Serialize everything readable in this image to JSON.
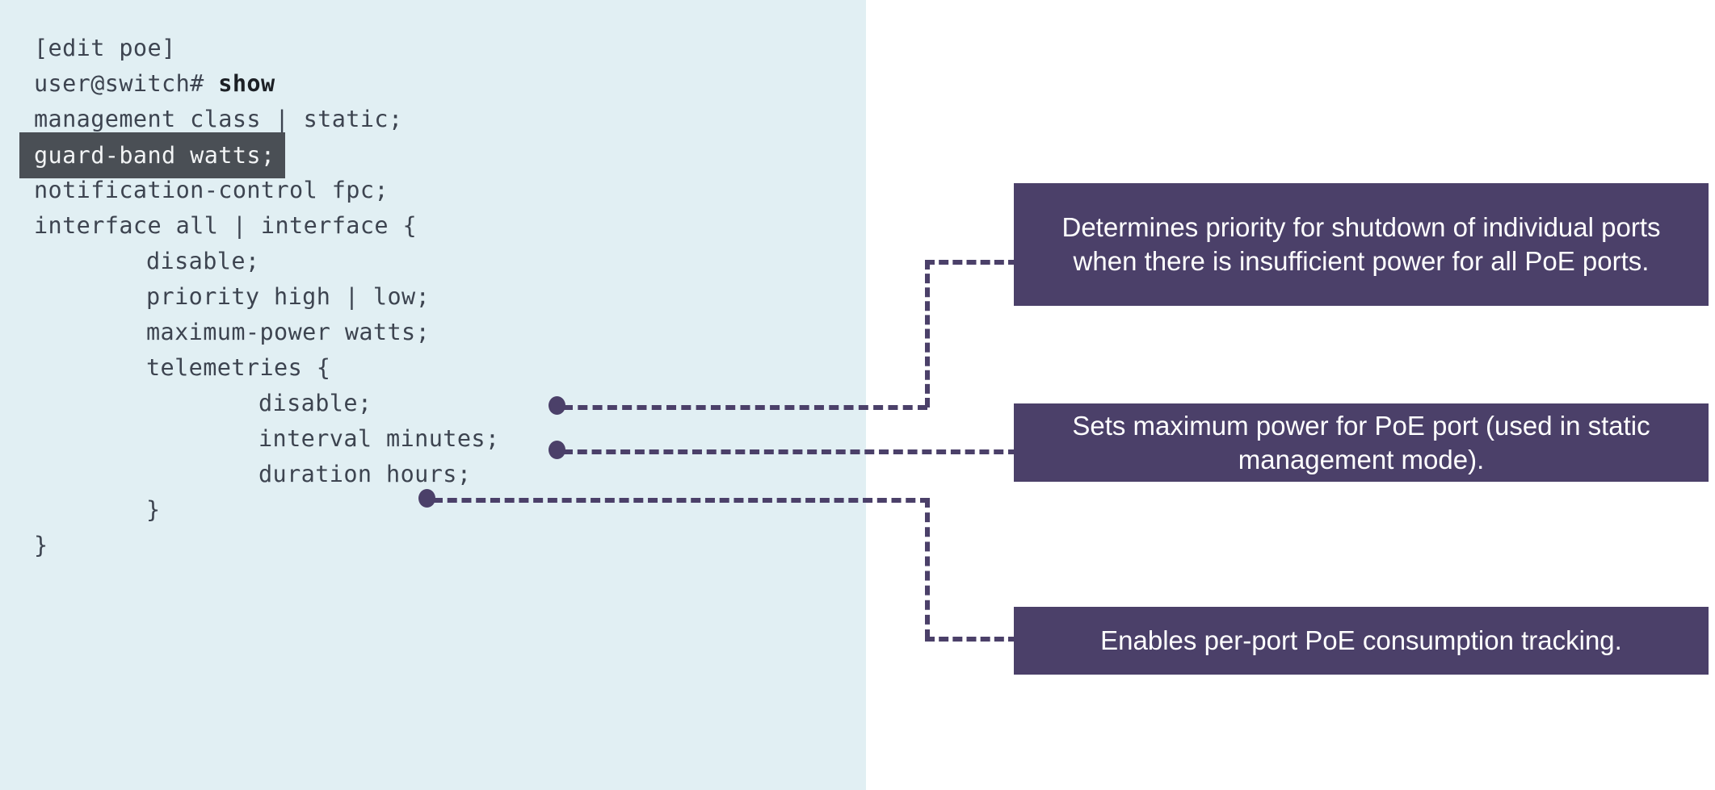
{
  "panel": {
    "background_color": "#e1eff3",
    "code_text_color": "#3d4450",
    "highlight_background": "#4a4f55",
    "highlight_text_color": "#f2f4f5"
  },
  "accent": {
    "callout_background": "#4b4069",
    "callout_text_color": "#ffffff",
    "connector_color": "#4b4069"
  },
  "code": {
    "lines": [
      {
        "id": "edit-context",
        "text": "[edit poe]"
      },
      {
        "id": "prompt-show-prefix",
        "text": "user@switch# ",
        "keyword": "show"
      },
      {
        "id": "management",
        "text": "management class | static;"
      },
      {
        "id": "guard-band",
        "text": "guard-band watts;"
      },
      {
        "id": "notification-control",
        "text": "notification-control fpc;"
      },
      {
        "id": "interface",
        "text": "interface all | interface {"
      },
      {
        "id": "disable-1",
        "text": "disable;"
      },
      {
        "id": "priority",
        "text": "priority high | low;"
      },
      {
        "id": "maximum-power",
        "text": "maximum-power watts;"
      },
      {
        "id": "telemetries",
        "text": "telemetries {"
      },
      {
        "id": "disable-2",
        "text": "disable;"
      },
      {
        "id": "interval",
        "text": "interval minutes;"
      },
      {
        "id": "duration",
        "text": "duration hours;"
      },
      {
        "id": "close-inner",
        "text": "}"
      },
      {
        "id": "close-outer",
        "text": "}"
      }
    ]
  },
  "callouts": [
    {
      "id": "priority",
      "text": "Determines priority for shutdown of individual ports when there is insufficient power for all PoE ports."
    },
    {
      "id": "maximum-power",
      "text": "Sets maximum power for PoE port  (used in static management mode)."
    },
    {
      "id": "telemetries",
      "text": "Enables per-port PoE consumption tracking."
    }
  ]
}
